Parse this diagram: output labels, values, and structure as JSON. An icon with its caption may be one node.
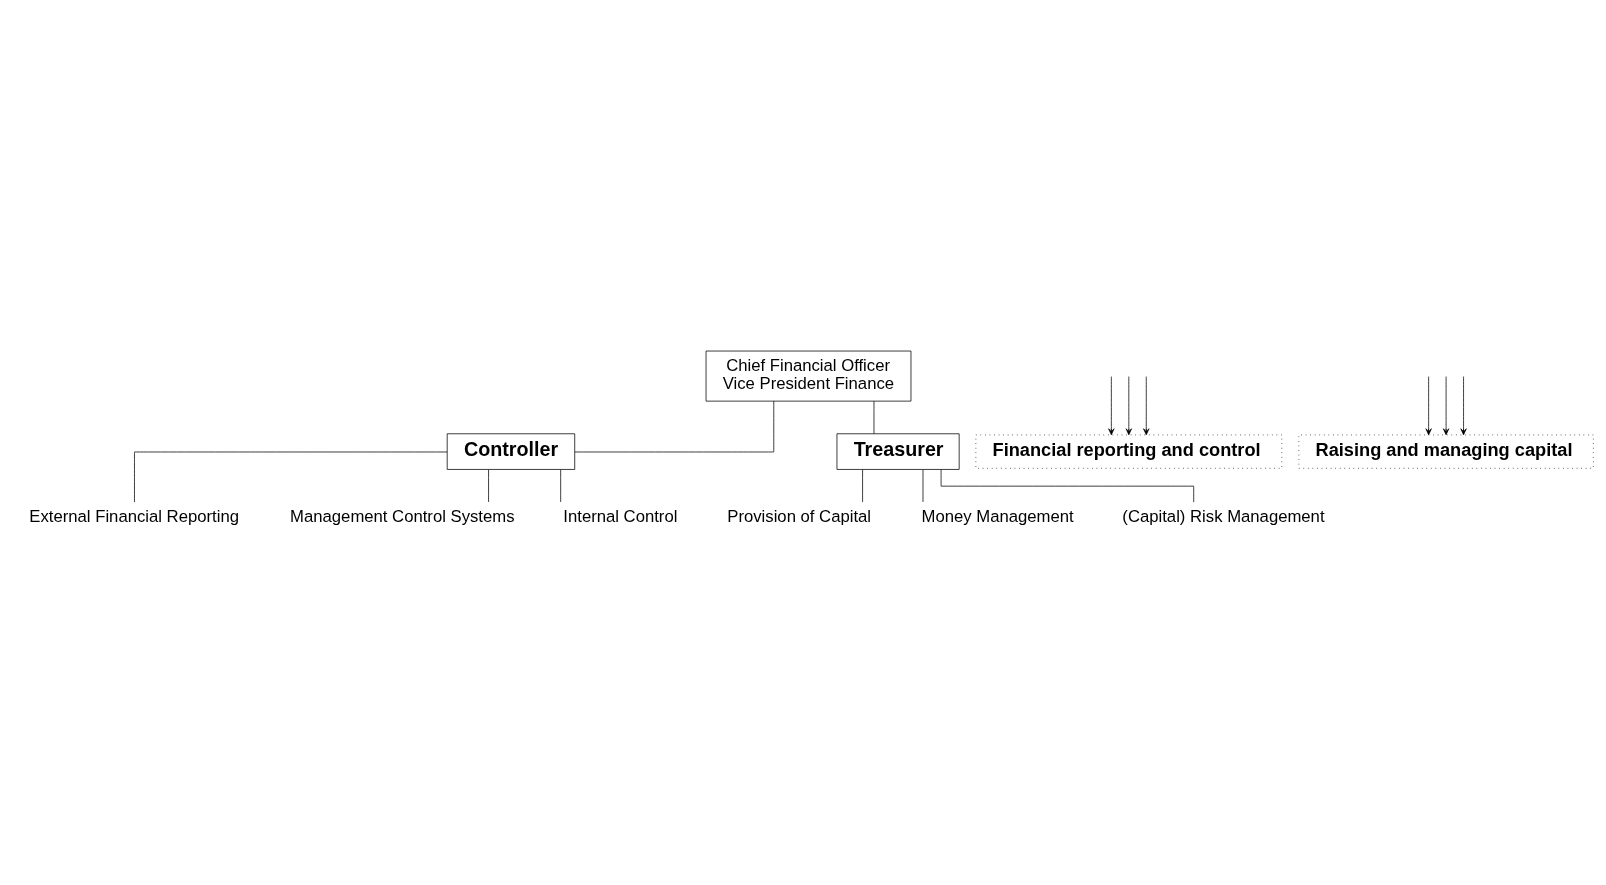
{
  "diagram": {
    "nodes": [
      {
        "text": [
          "Chief Financial Officer",
          "Vice President Finance"
        ]
      },
      {
        "text": [
          "Controller"
        ]
      },
      {
        "text": [
          "Treasurer"
        ]
      },
      {
        "text": [
          "External Financial Reporting"
        ]
      },
      {
        "text": [
          "Management Control Systems"
        ]
      },
      {
        "text": [
          "Internal Control"
        ]
      },
      {
        "text": [
          "Provision of Capital"
        ]
      },
      {
        "text": [
          "Money Management"
        ]
      },
      {
        "text": [
          "(Capital) Risk Management"
        ]
      },
      {
        "text": [
          "Financial reporting and control"
        ]
      },
      {
        "text": [
          "Raising and managing capital"
        ]
      }
    ],
    "edges": [
      {
        "from": 0,
        "to": 1,
        "arrow": "none"
      },
      {
        "from": 0,
        "to": 2,
        "arrow": "none"
      },
      {
        "from": 1,
        "to": 3,
        "arrow": "none"
      },
      {
        "from": 1,
        "to": 4,
        "arrow": "none"
      },
      {
        "from": 1,
        "to": 5,
        "arrow": "none"
      },
      {
        "from": 2,
        "to": 6,
        "arrow": "none"
      },
      {
        "from": 2,
        "to": 7,
        "arrow": "none"
      },
      {
        "from": 2,
        "to": 8,
        "arrow": "none"
      },
      {
        "from": null,
        "to": 9,
        "arrow": "to"
      },
      {
        "from": null,
        "to": 9,
        "arrow": "to"
      },
      {
        "from": null,
        "to": 9,
        "arrow": "to"
      },
      {
        "from": null,
        "to": 10,
        "arrow": "to"
      },
      {
        "from": null,
        "to": 10,
        "arrow": "to"
      },
      {
        "from": null,
        "to": 10,
        "arrow": "to"
      }
    ]
  }
}
